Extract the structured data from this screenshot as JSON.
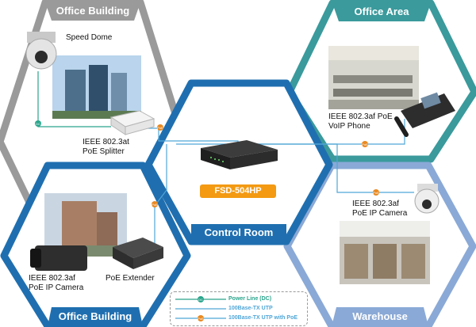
{
  "zones": {
    "office_building_top": "Office Building",
    "office_area": "Office Area",
    "control_room": "Control Room",
    "office_building_bottom": "Office Building",
    "warehouse": "Warehouse"
  },
  "device_labels": {
    "speed_dome": "Speed Dome",
    "splitter": [
      "IEEE 802.3at",
      "PoE Splitter"
    ],
    "voip_phone": [
      "IEEE 802.3af PoE",
      "VoIP Phone"
    ],
    "switch_model": "FSD-504HP",
    "camera_warehouse": [
      "IEEE 802.3af",
      "PoE IP Camera"
    ],
    "camera_bottom": [
      "IEEE 802.3af",
      "PoE IP Camera"
    ],
    "poe_extender": "PoE Extender"
  },
  "legend": {
    "items": [
      {
        "label": "Power Line (DC)",
        "color": "#2aa58c",
        "marker": "DC"
      },
      {
        "label": "100Base-TX UTP",
        "color": "#4fa6d8",
        "marker": ""
      },
      {
        "label": "100Base-TX UTP with PoE",
        "color": "#4fa6d8",
        "marker": "PoE"
      }
    ]
  },
  "colors": {
    "hex_gray": "#9a9a9a",
    "hex_teal": "#3a9a9c",
    "hex_blue": "#1f6fb0",
    "hex_light_blue": "#8aa9d6",
    "poe_marker": "#e98a22",
    "dc_marker": "#2aa58c",
    "model_badge": "#f39a12"
  }
}
